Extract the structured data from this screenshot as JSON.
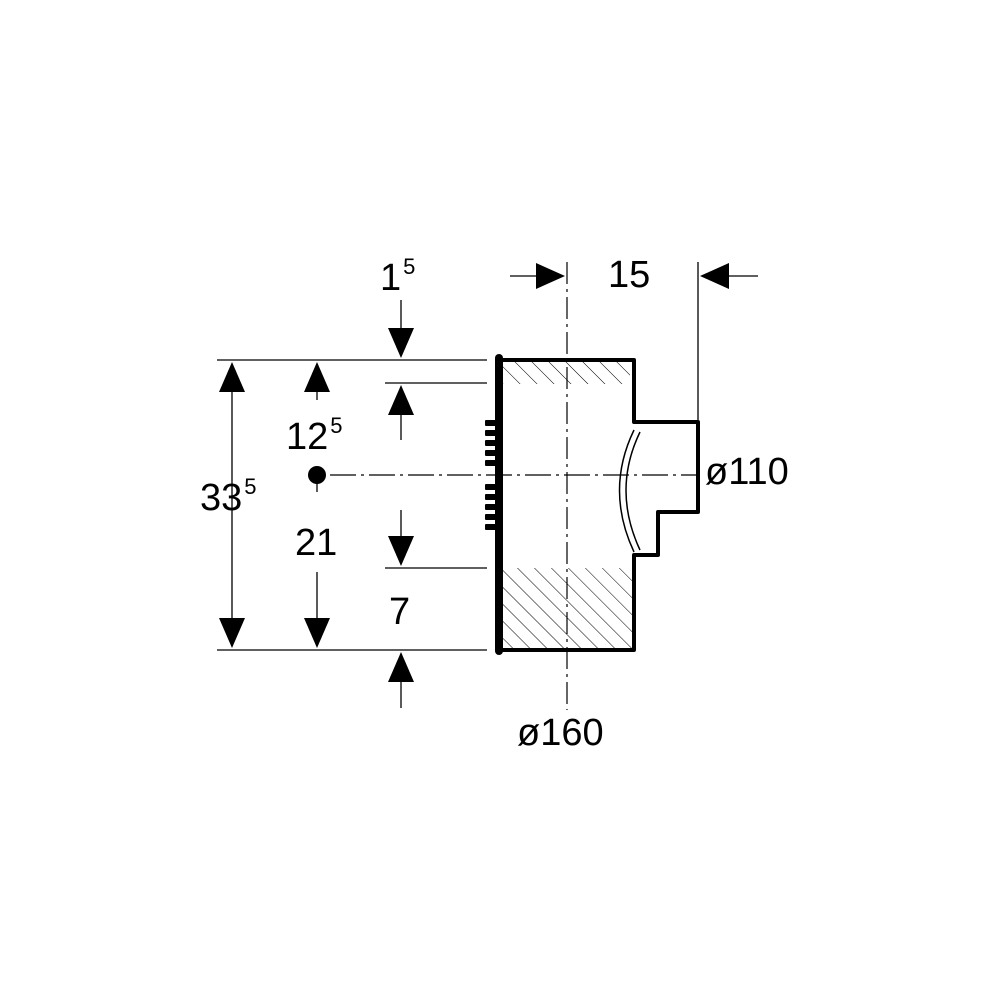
{
  "dimensions": {
    "top_wall": {
      "value": "1",
      "sup": "5"
    },
    "branch_offset": {
      "value": "12",
      "sup": "5"
    },
    "total_height": {
      "value": "33",
      "sup": "5"
    },
    "lower_height": {
      "value": "21"
    },
    "socket_depth": {
      "value": "7"
    },
    "branch_length": {
      "value": "15"
    },
    "branch_diameter": {
      "value": "ø110"
    },
    "main_diameter": {
      "value": "ø160"
    }
  },
  "colors": {
    "line": "#000000",
    "background": "#ffffff"
  }
}
